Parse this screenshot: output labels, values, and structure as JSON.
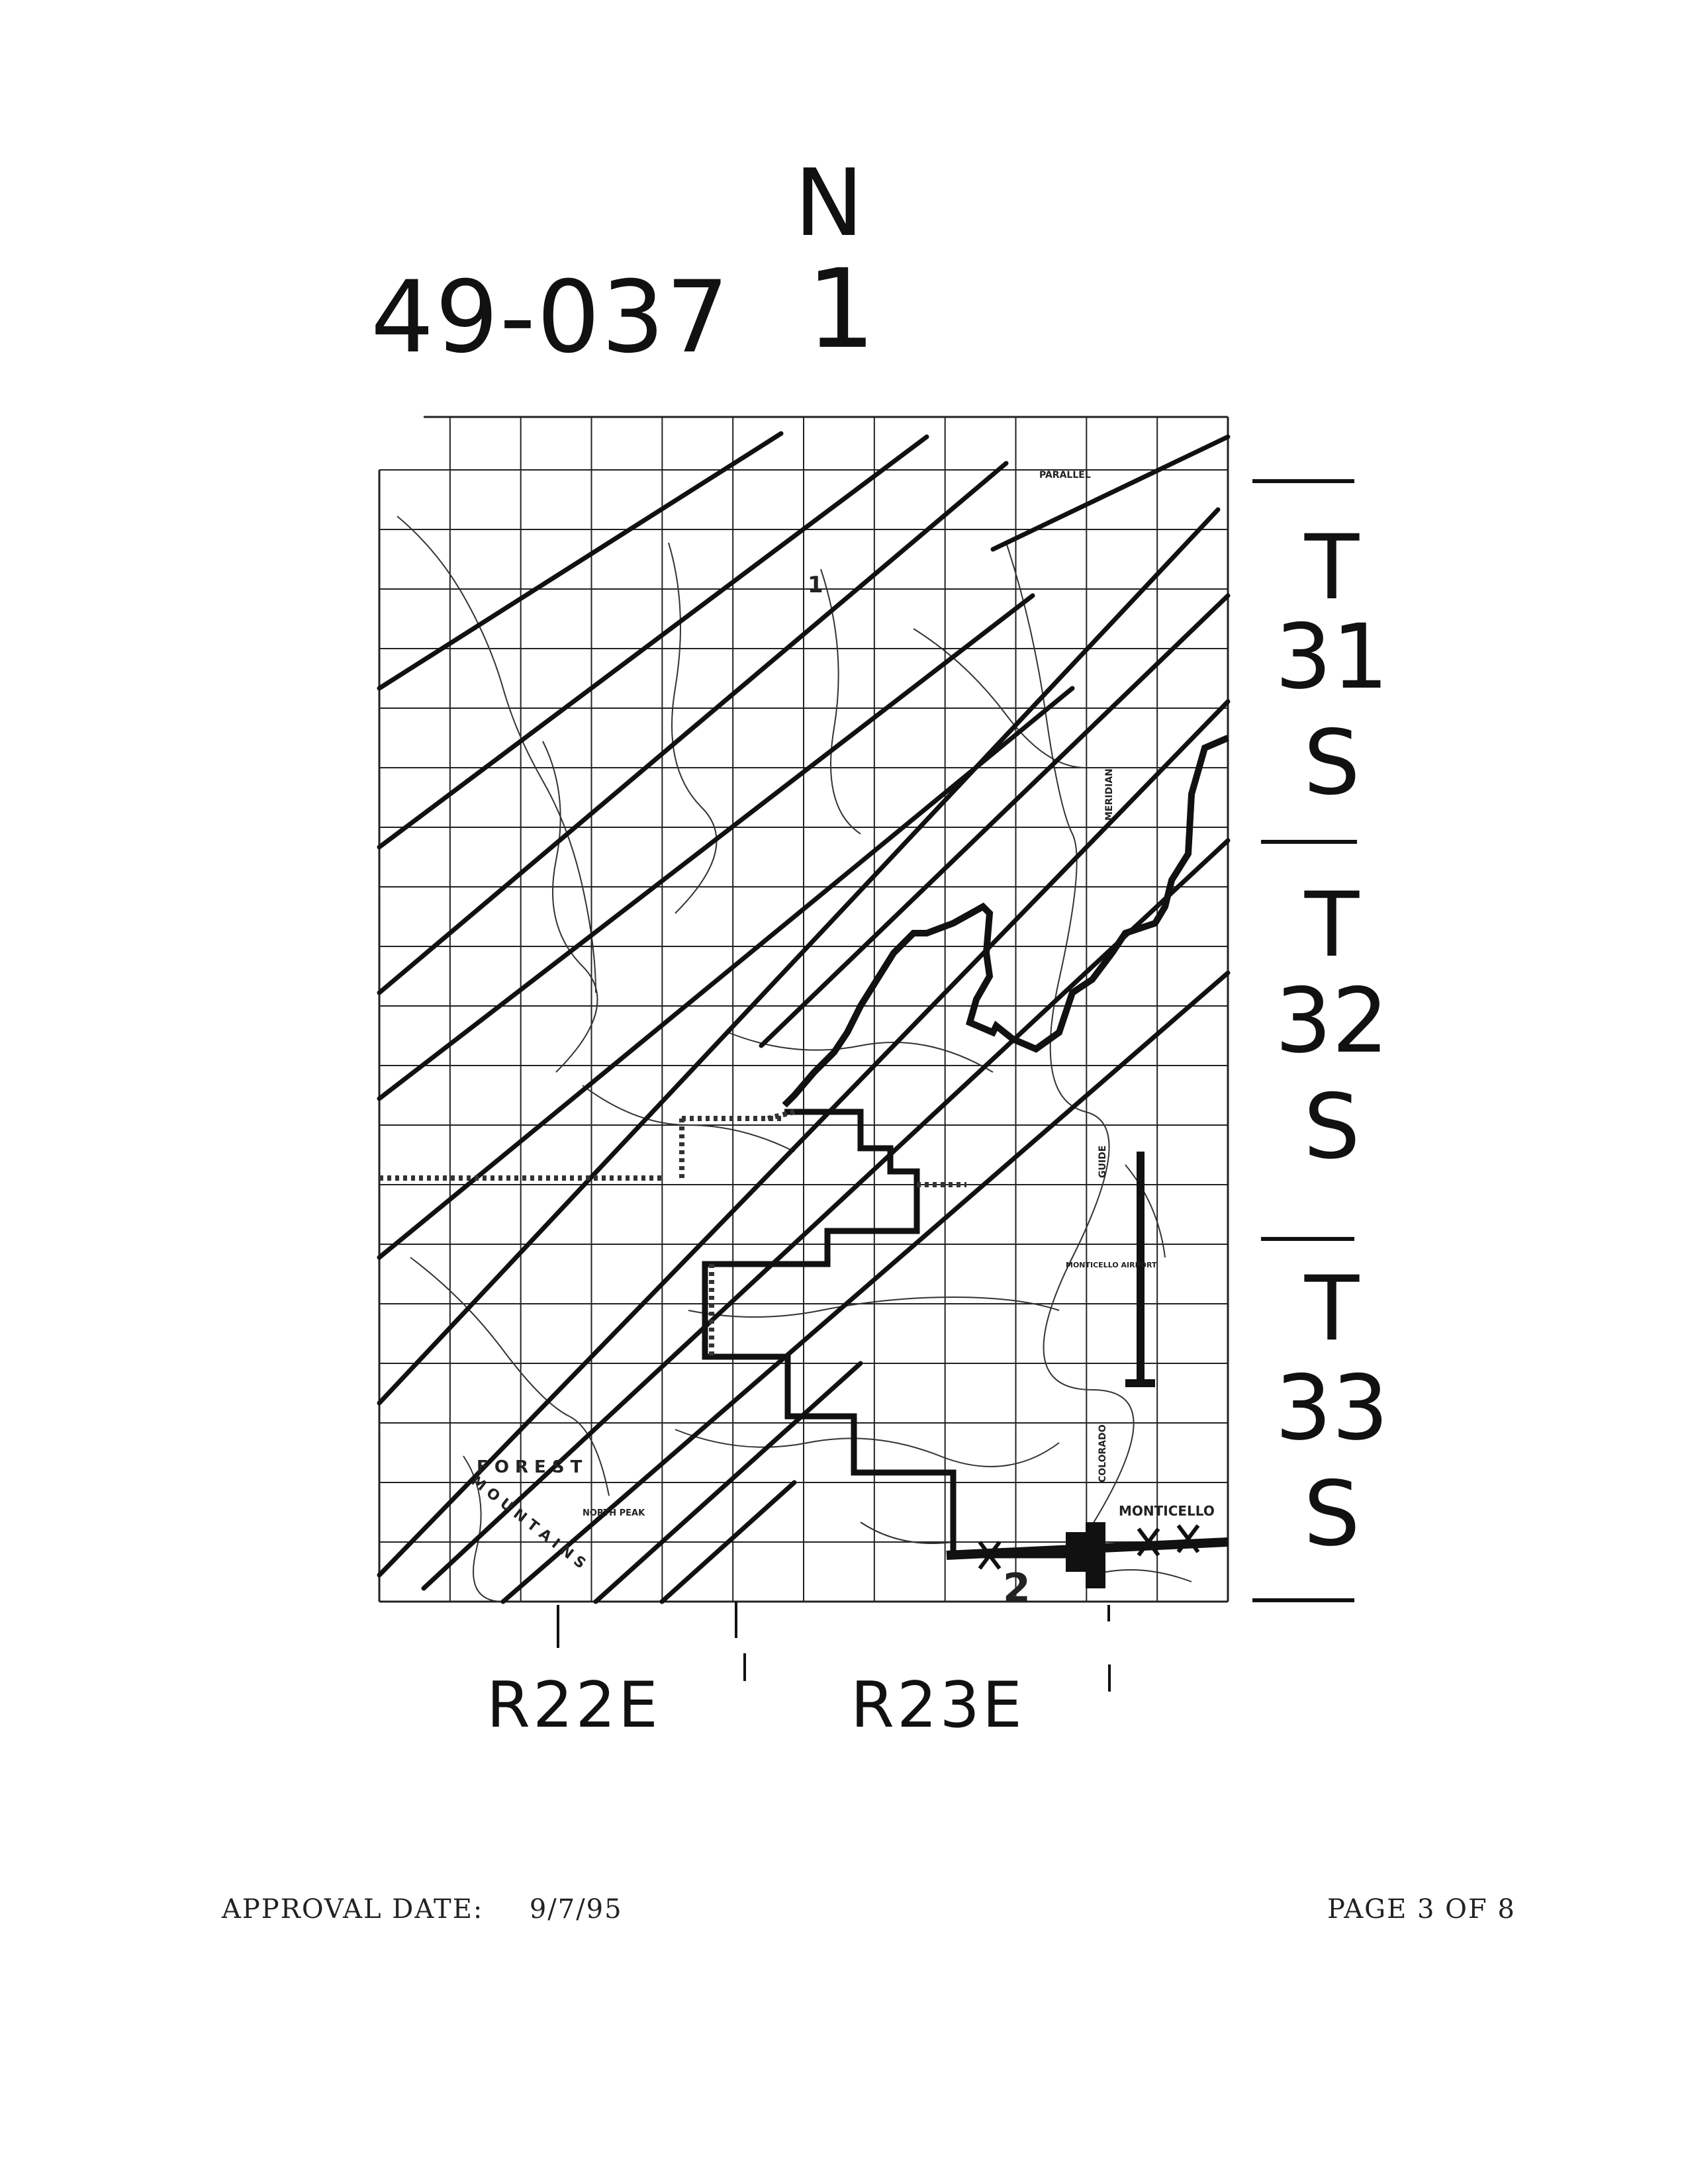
{
  "header": {
    "county_code": "49-037",
    "north_label": "N",
    "north_marker": "1"
  },
  "townships": [
    {
      "t": "T",
      "n": "31",
      "s": "S"
    },
    {
      "t": "T",
      "n": "32",
      "s": "S"
    },
    {
      "t": "T",
      "n": "33",
      "s": "S"
    }
  ],
  "ranges": {
    "left": "R22E",
    "right": "R23E"
  },
  "map": {
    "labels": {
      "parallel": "PARALLEL",
      "meridian": "MERIDIAN",
      "guide": "GUIDE",
      "monticello": "MONTICELLO",
      "forest": "F O R E S T",
      "mountains": "M O U N T A I N S",
      "colorado": "COLORADO",
      "north_peak": "NORTH PEAK",
      "airport": "MONTICELLO AIRPORT",
      "map_marker_1": "1",
      "map_marker_2": "2"
    }
  },
  "footer": {
    "approval_label": "APPROVAL DATE:",
    "approval_date": "9/7/95",
    "page": "PAGE 3 OF 8"
  }
}
